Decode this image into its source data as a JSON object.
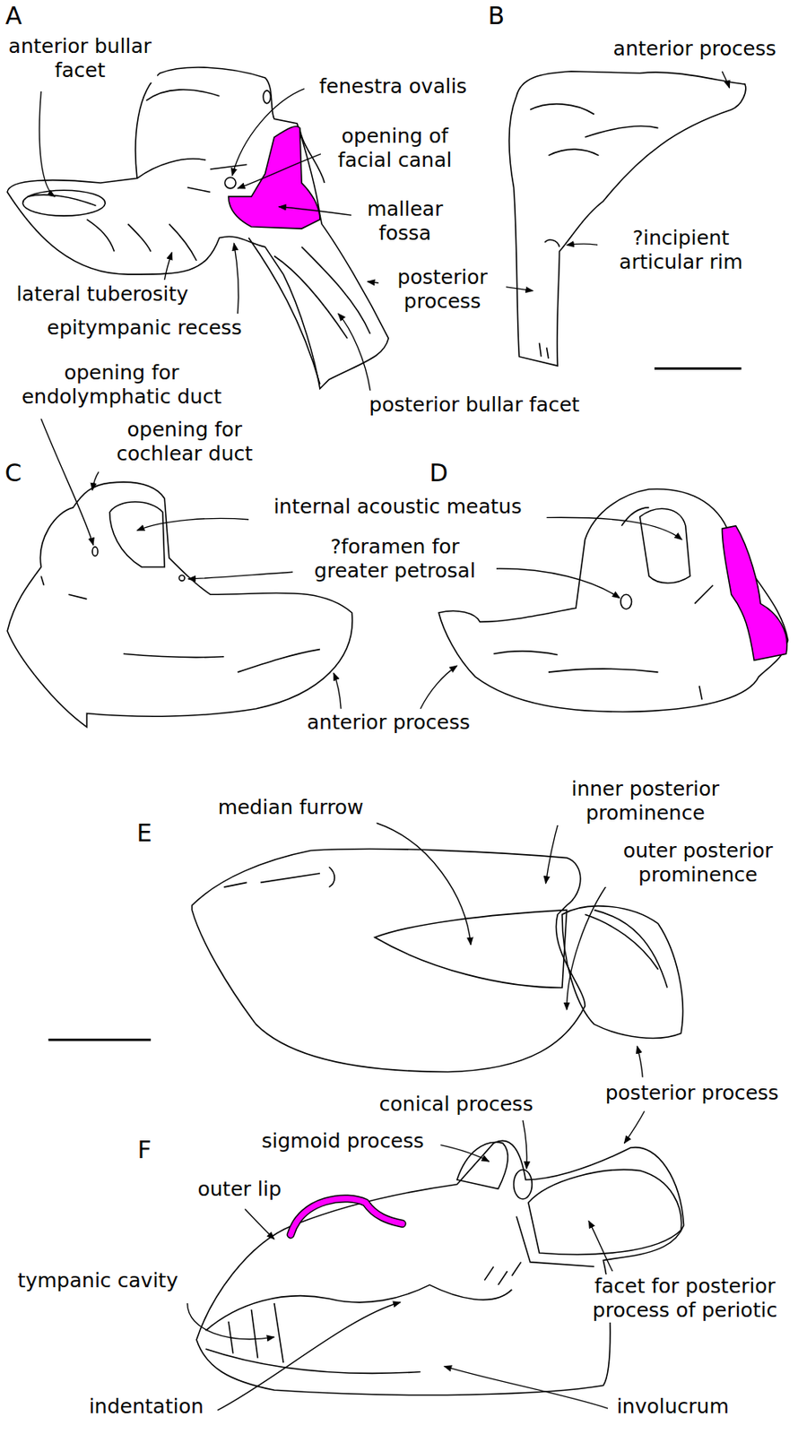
{
  "diagram": {
    "labels": [
      "A",
      "anterior bullar facet",
      "fenestra ovalis",
      "opening of facial canal",
      "mallear fossa",
      "lateral tuberosity",
      "epitympanic recess",
      "posterior process",
      "posterior bullar facet",
      "B",
      "anterior process",
      "?incipient articular rim",
      "C",
      "opening for endolymphatic duct",
      "opening for cochlear duct",
      "internal acoustic meatus",
      "?foramen for greater petrosal",
      "anterior process",
      "D",
      "median furrow",
      "inner posterior prominence",
      "outer posterior prominence",
      "E",
      "posterior process",
      "F",
      "conical process",
      "sigmoid process",
      "outer lip",
      "tympanic cavity",
      "facet for posterior process of periotic",
      "indentation",
      "involucrum"
    ]
  }
}
